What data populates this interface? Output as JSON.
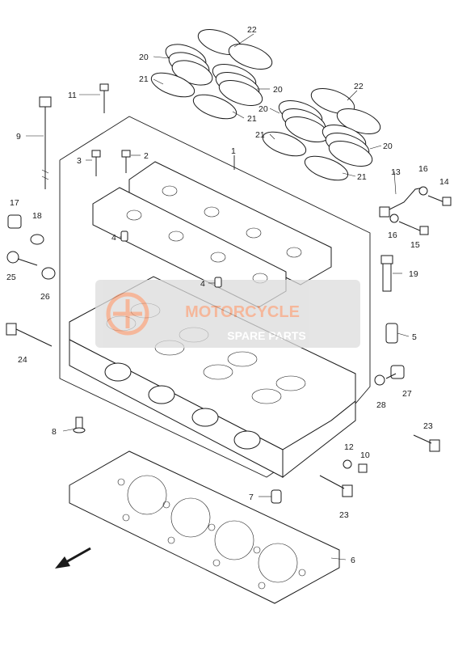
{
  "watermark": {
    "line1": "MOTORCYCLE",
    "line2": "SPARE PARTS",
    "color": "#f2a07a",
    "panel_color": "#dcdcdc"
  },
  "callouts": {
    "p1": "1",
    "p2": "2",
    "p3": "3",
    "p4a": "4",
    "p4b": "4",
    "p5": "5",
    "p6": "6",
    "p7": "7",
    "p8": "8",
    "p9": "9",
    "p10": "10",
    "p11": "11",
    "p12": "12",
    "p13": "13",
    "p14": "14",
    "p15": "15",
    "p16a": "16",
    "p16b": "16",
    "p17": "17",
    "p18": "18",
    "p19": "19",
    "p20a": "20",
    "p20b": "20",
    "p20c": "20",
    "p20d": "20",
    "p21a": "21",
    "p21b": "21",
    "p21c": "21",
    "p21d": "21",
    "p22a": "22",
    "p22b": "22",
    "p23a": "23",
    "p23b": "23",
    "p24": "24",
    "p25": "25",
    "p26": "26",
    "p27": "27",
    "p28": "28"
  },
  "icons": {
    "front_arrow": "front-direction-arrow-icon"
  }
}
